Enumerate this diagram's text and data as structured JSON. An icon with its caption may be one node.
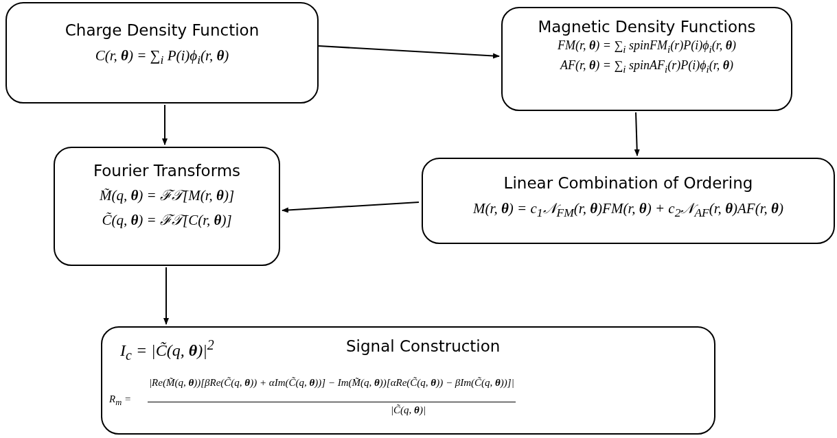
{
  "diagram": {
    "nodes": [
      {
        "text": [
          "Charge Density Function",
          "C(r, **θ**) = ∑$_{i}$ P(i)ϕ$_{i}$(r, **θ**)"
        ]
      },
      {
        "text": [
          "Magnetic Density Functions",
          "FM(r, **θ**) = ∑$_{i}$ spinFM$_{i}$(r)P(i)ϕ$_{i}$(r, **θ**)",
          "AF(r, **θ**) = ∑$_{i}$ spinAF$_{i}$(r)P(i)ϕ$_{i}$(r, **θ**)"
        ]
      },
      {
        "text": [
          "Fourier Transforms",
          "M̃(q, **θ**) = ℱ𝒯[M(r, **θ**)]",
          "C̃(q, **θ**) = ℱ𝒯[C(r, **θ**)]"
        ]
      },
      {
        "text": [
          "Linear Combination of Ordering",
          "M(r, **θ**) = c$_{1}$𝒩$_{FM}$(r, **θ**)FM(r, **θ**) + c$_{2}$𝒩$_{AF}$(r, **θ**)AF(r, **θ**)"
        ]
      },
      {
        "text": [
          "I$_{c}$ = |C̃(q, **θ**)|$^{2}$",
          "Signal Construction",
          "R$_{m}$ =",
          "|Re(M̃(q, **θ**))[βRe(C̃(q, **θ**)) + αIm(C̃(q, **θ**))] − Im(M̃(q, **θ**))[αRe(C̃(q, **θ**)) − βIm(C̃(q, **θ**))]|",
          "|C̃(q, **θ**)|"
        ]
      }
    ],
    "edges": [
      {
        "from": 0,
        "to": 1,
        "arrow": "to"
      },
      {
        "from": 0,
        "to": 2,
        "arrow": "to"
      },
      {
        "from": 1,
        "to": 3,
        "arrow": "to"
      },
      {
        "from": 3,
        "to": 2,
        "arrow": "to"
      },
      {
        "from": 2,
        "to": 4,
        "arrow": "to"
      }
    ]
  }
}
